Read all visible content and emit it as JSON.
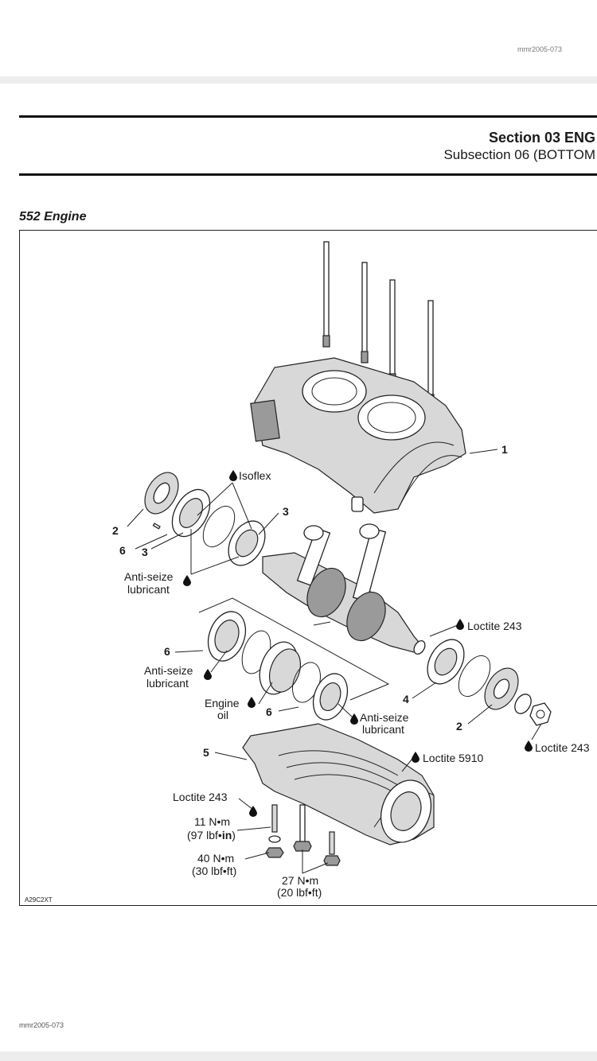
{
  "page_header": {
    "top_doc_id": "mmr2005-073",
    "section_title": "Section 03 ENG",
    "subsection_title": "Subsection 06 (BOTTOM"
  },
  "figure": {
    "caption": "552 Engine",
    "figure_code": "A29C2XT",
    "callouts": {
      "n1": "1",
      "n2a": "2",
      "n2b": "2",
      "n3a": "3",
      "n3b": "3",
      "n4": "4",
      "n5": "5",
      "n6a": "6",
      "n6b": "6",
      "n6c": "6"
    },
    "labels": {
      "isoflex": "Isoflex",
      "anti_seize_1_l1": "Anti-seize",
      "anti_seize_1_l2": "lubricant",
      "anti_seize_2_l1": "Anti-seize",
      "anti_seize_2_l2": "lubricant",
      "anti_seize_3_l1": "Anti-seize",
      "anti_seize_3_l2": "lubricant",
      "engine_oil_l1": "Engine",
      "engine_oil_l2": "oil",
      "loctite_243_a": "Loctite 243",
      "loctite_243_b": "Loctite 243",
      "loctite_243_c": "Loctite 243",
      "loctite_5910": "Loctite 5910",
      "torque_11_l1": "11 N•m",
      "torque_11_l2_pre": "(97 lbf•",
      "torque_11_l2_bold": "in",
      "torque_11_l2_post": ")",
      "torque_40_l1": "40 N•m",
      "torque_40_l2": "(30 lbf•ft)",
      "torque_27_l1": "27 N•m",
      "torque_27_l2": "(20 lbf•ft)"
    }
  },
  "page_footer": {
    "bottom_doc_id": "mmr2005-073"
  }
}
